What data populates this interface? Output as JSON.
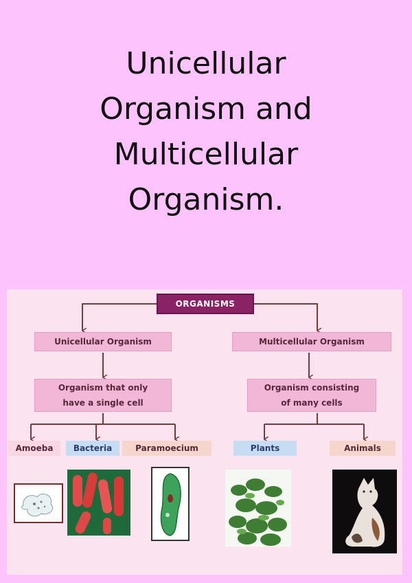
{
  "title": {
    "line1": "Unicellular",
    "line2": "Organism and",
    "line3": "Multicellular",
    "line4": "Organism."
  },
  "diagram": {
    "root": "ORGANISMS",
    "unicellular": {
      "label": "Unicellular Organism",
      "description_line1": "Organism that only",
      "description_line2": "have a single cell",
      "examples": [
        "Amoeba",
        "Bacteria",
        "Paramoecium"
      ]
    },
    "multicellular": {
      "label": "Multicellular Organism",
      "description_line1": "Organism consisting",
      "description_line2": "of many cells",
      "examples": [
        "Plants",
        "Animals"
      ]
    }
  },
  "colors": {
    "background": "#fcc3fc",
    "diagram_background": "#fbe3ef",
    "root_box": "#8a2365",
    "category_box": "#f2b6d6",
    "arrow": "#7a3a3a"
  }
}
